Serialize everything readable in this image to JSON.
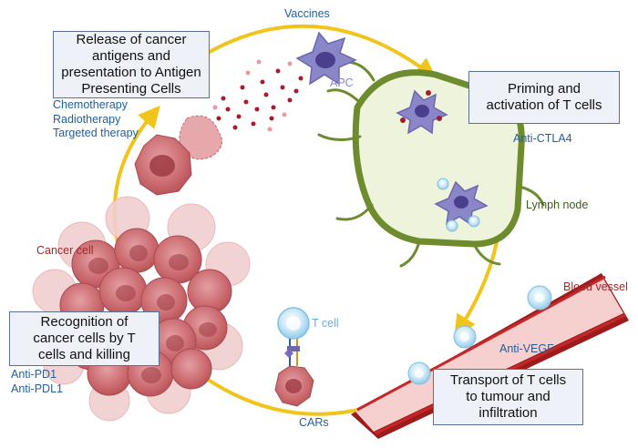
{
  "boxes": {
    "release": "Release of cancer antigens and presentation to Antigen Presenting Cells",
    "priming": "Priming and activation of T cells",
    "transport": "Transport of T cells to tumour and infiltration",
    "recognition": "Recognition of cancer cells by T cells and killing"
  },
  "labels": {
    "vaccines": "Vaccines",
    "apc": "APC",
    "anti_ctla4": "Anti-CTLA4",
    "lymph_node": "Lymph node",
    "blood_vessel": "Blood vessel",
    "anti_vegf": "Anti-VEGF",
    "cars": "CARs",
    "t_cell": "T cell",
    "cancer_cell": "Cancer cell",
    "anti_pd1": "Anti-PD1",
    "anti_pdl1": "Anti-PDL1",
    "chemo": "Chemotherapy",
    "radio": "Radiotherapy",
    "targeted": "Targeted therapy"
  },
  "colors": {
    "arrow": "#f0c419",
    "box_border": "#5b6f95",
    "box_fill": "#eef1f7",
    "therapy_text": "#1f5f9e",
    "cancer_cell": "#c9666b",
    "lymph_node_fill": "#eef3dc",
    "lymph_node_border": "#6e8b2e",
    "vessel": "#b71c1c",
    "apc": "#8a86c7",
    "t_cell": "#9fd3ee"
  }
}
